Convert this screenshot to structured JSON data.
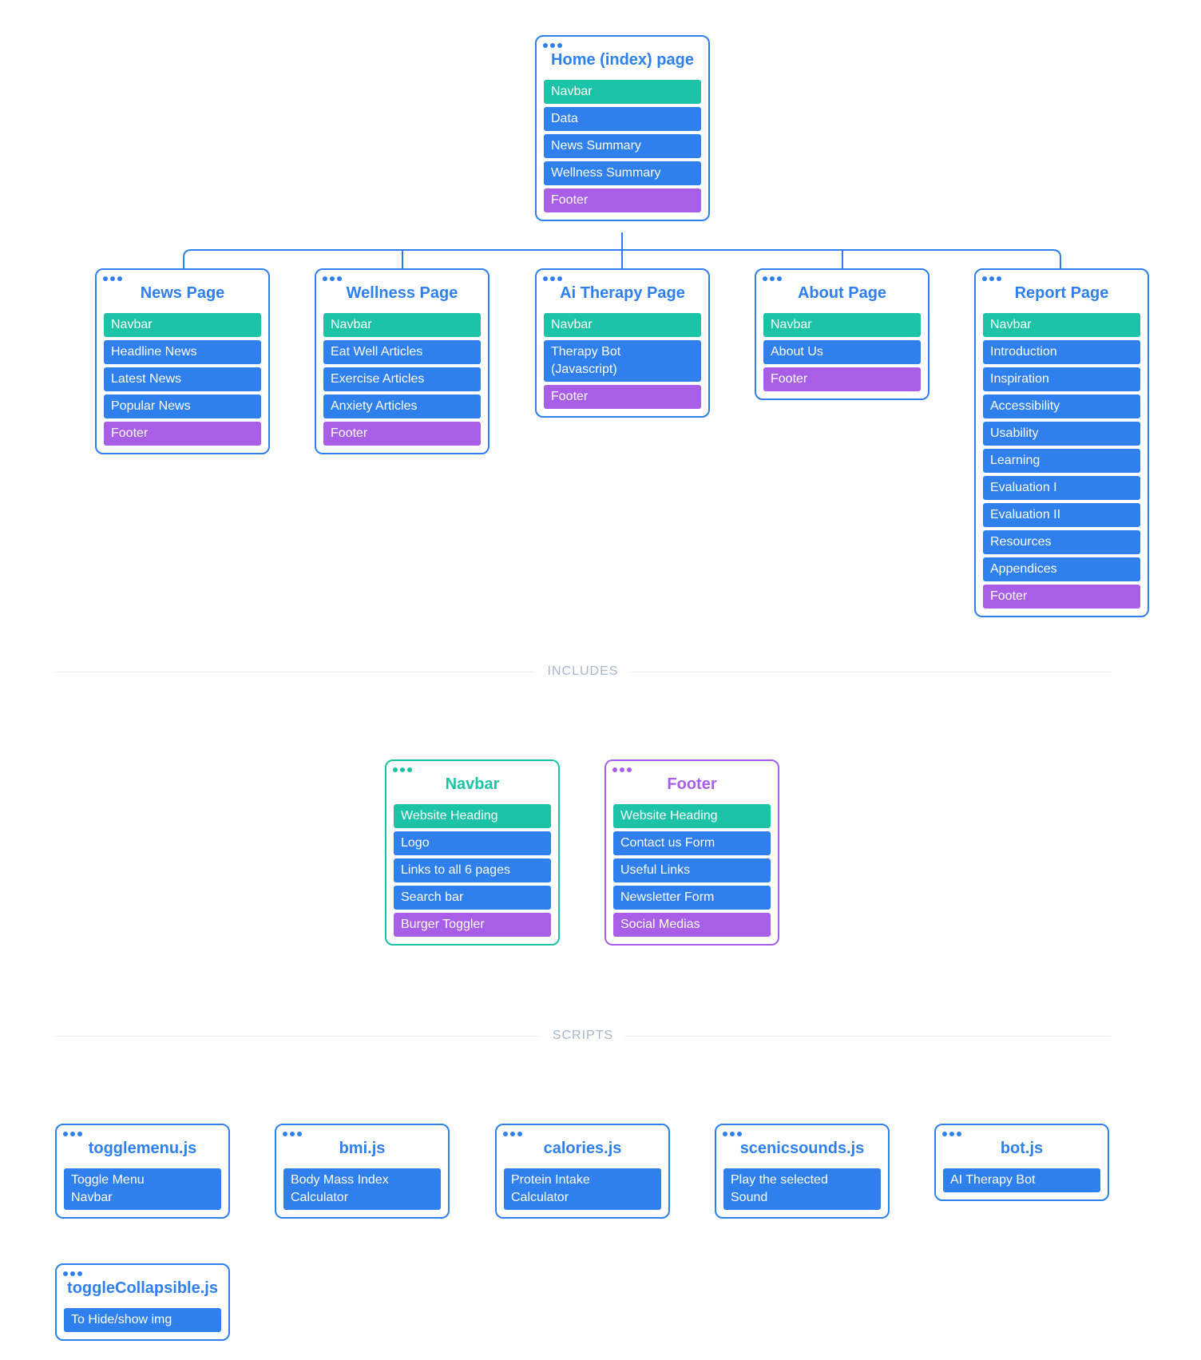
{
  "colors": {
    "blue": "#2f80ed",
    "teal": "#1cc3a6",
    "purple": "#a95ee8",
    "divider": "#a9b7c9"
  },
  "home": {
    "title": "Home (index) page",
    "items": [
      "Navbar",
      "Data",
      "News Summary",
      "Wellness Summary",
      "Footer"
    ]
  },
  "pages": [
    {
      "title": "News Page",
      "items": [
        "Navbar",
        "Headline News",
        "Latest News",
        "Popular News",
        "Footer"
      ]
    },
    {
      "title": "Wellness Page",
      "items": [
        "Navbar",
        "Eat Well Articles",
        "Exercise Articles",
        "Anxiety Articles",
        "Footer"
      ]
    },
    {
      "title": "Ai Therapy Page",
      "items": [
        "Navbar",
        "Therapy Bot\n(Javascript)",
        "Footer"
      ]
    },
    {
      "title": "About Page",
      "items": [
        "Navbar",
        "About Us",
        "Footer"
      ]
    },
    {
      "title": "Report Page",
      "items": [
        "Navbar",
        "Introduction",
        "Inspiration",
        "Accessibility",
        "Usability",
        "Learning",
        "Evaluation I",
        "Evaluation II",
        "Resources",
        "Appendices",
        "Footer"
      ]
    }
  ],
  "includes_label": "INCLUDES",
  "includes": [
    {
      "title": "Navbar",
      "items": [
        "Website Heading",
        "Logo",
        "Links to all 6 pages",
        "Search bar",
        "Burger Toggler"
      ]
    },
    {
      "title": "Footer",
      "items": [
        "Website Heading",
        "Contact us Form",
        "Useful Links",
        "Newsletter Form",
        "Social Medias"
      ]
    }
  ],
  "scripts_label": "SCRIPTS",
  "scripts": [
    {
      "title": "togglemenu.js",
      "items": [
        "Toggle Menu\nNavbar"
      ]
    },
    {
      "title": "bmi.js",
      "items": [
        "Body Mass Index\nCalculator"
      ]
    },
    {
      "title": "calories.js",
      "items": [
        "Protein Intake\nCalculator"
      ]
    },
    {
      "title": "scenicsounds.js",
      "items": [
        "Play the selected\nSound"
      ]
    },
    {
      "title": "bot.js",
      "items": [
        "AI Therapy Bot"
      ]
    },
    {
      "title": "toggleCollapsible.js",
      "items": [
        "To Hide/show img"
      ]
    }
  ]
}
